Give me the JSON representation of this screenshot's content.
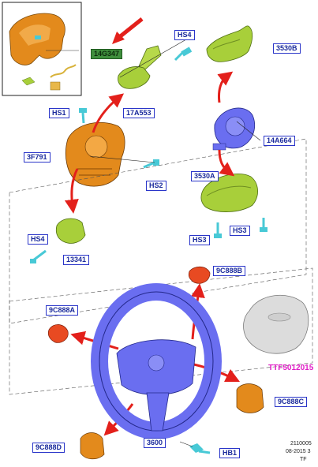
{
  "labels": {
    "l_14G347": "14G347",
    "l_HS4_top": "HS4",
    "l_3530B": "3530B",
    "l_HS1": "HS1",
    "l_17A553": "17A553",
    "l_14A664": "14A664",
    "l_3F791": "3F791",
    "l_HS2": "HS2",
    "l_3530A": "3530A",
    "l_HS4_bottom": "HS4",
    "l_13341": "13341",
    "l_HS3_left": "HS3",
    "l_HS3_right": "HS3",
    "l_9C888B": "9C888B",
    "l_9C888A": "9C888A",
    "l_TTF": "TTF5012015",
    "l_9C888C": "9C888C",
    "l_9C888D": "9C888D",
    "l_3600": "3600",
    "l_HB1": "HB1"
  },
  "footer": {
    "code": "2110005",
    "date": "08-2015 3",
    "tag": "TF"
  },
  "colors": {
    "orange": "#e38a1c",
    "green": "#a8cf3a",
    "blue": "#6a6ef0",
    "red_part": "#e84a22",
    "arrow": "#e3201b",
    "label_text": "#1a2a9c",
    "cyan": "#48c9d6"
  }
}
